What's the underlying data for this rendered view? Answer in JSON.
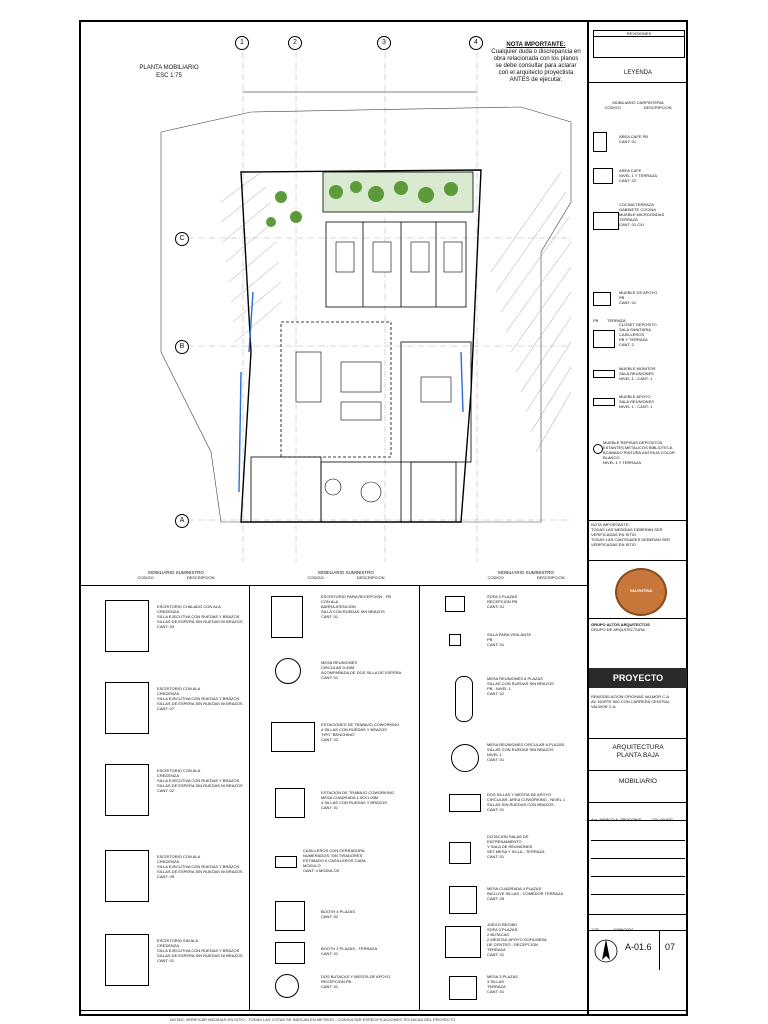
{
  "plan": {
    "title": "PLANTA MOBILIARIO",
    "scale": "ESC 1:75",
    "grid_columns": [
      "1",
      "2",
      "3",
      "4"
    ],
    "grid_rows": [
      "C",
      "B",
      "A"
    ]
  },
  "note": {
    "title": "NOTA IMPORTANTE:",
    "body": "Cualquier duda o discrepancia en obra relacionada con los planos se debe consultar para aclarar con el arquitecto proyectista ANTES de ejecutar."
  },
  "legend": {
    "title": "LEYENDA",
    "section": "MOBILIARIO CARPINTERIA",
    "col_code": "CODIGO",
    "col_desc": "DESCRIPCION",
    "items": [
      "AREA CAFE PB\nCANT: 01",
      "AREA CAFE\nNIVEL 1 Y TERRAZA\nCANT: 02",
      "COCINA TERRAZA\nGABINETE COCINA\nMUEBLE MICROONDAS\nTERRAZA\nCANT: 01 C/U",
      "MUEBLE DE APOYO\nPB\nCANT: 01",
      "CLOSET DEPOSITO\nSALA SANITARIA\nCASILLEROS\nPB Y TERRAZA\nCANT: 2",
      "MUEBLE MONITOR\nSALA REUNIONES\nNIVEL 1 - CANT: 1",
      "MUEBLE APOYO\nSALA REUNIONES\nNIVEL 1 - CANT: 1",
      "MUEBLE REPISAS DEPOSITOS\nESTANTES METALICOS BIBLIOTECA\nACABADO PINTURA ANTIGUA COLOR BLANCO\nNIVEL 1 Y TERRAZA"
    ],
    "sub_labels": [
      "PB",
      "TERRAZA"
    ]
  },
  "suministro": {
    "head": "MOBILIARIO SUMINISTRO",
    "col_code": "CODIGO",
    "col_desc": "DESCRIPCION",
    "col1": [
      "ESCRITORIO CHALADO CON ALA\nCREDENZA\nSILLA EJECUTIVA CON RUEDAS Y BRAZOS\nSILLAS DE ESPERA SIN RUEDAS NI BRAZOS\nCANT: 03",
      "ESCRITORIO CON ALA\nCREDENZA\nSILLA EJECUTIVA CON RUEDAS Y BRAZOS\nSILLAS DE ESPERA SIN RUEDAS NI BRAZOS\nCANT: 07",
      "ESCRITORIO CON ALA\nCREDENZA\nSILLA EJECUTIVA CON RUEDAS Y BRAZOS\nSILLAS DE ESPERA SIN RUEDAS NI BRAZOS\nCANT: 02",
      "ESCRITORIO CON ALA\nCREDENZA\nSILLA EJECUTIVA CON RUEDAS Y BRAZOS\nSILLAS DE ESPERA SIN RUEDAS NI BRAZOS\nCANT: 09",
      "ESCRITORIO SIN ALA\nCREDENZA\nSILLA EJECUTIVA CON RUEDAS Y BRAZOS\nSILLAS DE ESPERA SIN RUEDAS NI BRAZOS\nCANT: 01"
    ],
    "col2": [
      "ESCRITORIO PARA RECEPCION - PB\nCON ALA\nBARRA ATENCION\nSILLA CON RUEDAS SIN BRAZOS\nCANT: 01",
      "MESA REUNIONES\nCIRCULAR D:60M\nACOMPAÑADA DE DOS SILLA DE ESPERA\nCANT: 01",
      "ESTACIONES DE TRABAJO COWORKING\n4 SILLAS CON RUEDAS Y BRAZOS\nTIPO \"BENCHING\"\nCANT: 02",
      "ESTACION DE TRABAJO COWORKING\nMESA CUADRADA 1.00X1.00M\n4 SILLAS CON RUEDAS Y BRAZOS\nCANT: 01",
      "CASILLEROS CON CERRADURA\nNUMERADOS, SIN TIRADORES\nESTIMADO 6 CASILLEROS CADA\nMODULO\nCANT: 4 MODULOS",
      "BOOTH 4 PLAZAS\nCANT: 02",
      "BOOTH 2 PLAZAS - TERRAZA\nCANT: 01",
      "DOS BUTACAS Y MESITA DE APOYO\nRECEPCION PB\nCANT: 01"
    ],
    "col3": [
      "SOFA 3 PLAZAS\nRECEPCION PB\nCANT: 01",
      "SILLA PARA VIGILANTE\nPB\nCANT: 01",
      "MESA REUNIONES 8 PLAZAS\nSILLAS CON RUEDAS SIN BRAZOS\nPB - NIVEL 1\nCANT: 02",
      "MESA REUNIONES CIRCULAR 6 PLAZAS\nSILLAS CON RUEDAS SIN BRAZOS\nNIVEL 1\nCANT: 01",
      "DOS SILLAS Y MESITA DE APOYO\nCIRCULAR, AREA COWORKING - NIVEL 1\nSILLAS SIN RUEDAS CON BRAZOS\nCANT: 01",
      "DOTACION SALAS DE\nENTRENAMIENTO\nY SALA DE REUNIONES\nSET MESA Y SILLA - TERRAZA\nCANT: 01",
      "MESA CUADRADA 4 PLAZAS\nINCLUYE SILLAS - COMEDOR TERRAZA\nCANT: 05",
      "JUEGO RECIBO\nSOFA 3 PLAZAS\n2 BUTACAS\n2 MESITAS APOYO SOFA MESA\nDE CENTRO - RECEPCION\nTERRAZA\nCANT: 01",
      "MESA 3 PLAZAS\n3 SILLAS\nTERRAZA\nCANT: 01"
    ]
  },
  "titleblock": {
    "revisions_head": "REVISIONES",
    "nota_head": "NOTA IMPORTANTE:",
    "nota_lines": [
      "TODAS LAS MEDIDAS DEBERAN SER VERIFICADAS EN SITIO",
      "TODAS LAS CANTIDADES DEBERAN SER VERIFICADAS EN SITIO"
    ],
    "logo_text": "VALENTINA",
    "firm_line1": "GRUPO ALTOS ARQUITECTOS",
    "firm_line2": "GRUPO DE ARQUITECTURA",
    "proyecto": "PROYECTO",
    "client_line1": "REMODELACION OFICINAS VALMOR C.A.",
    "client_line2": "AV. NORTE 500 CON CARRERA CENTRAL",
    "client_line3": "VALMOR C.A.",
    "drawing_title_l1": "ARQUITECTURA",
    "drawing_title_l2": "PLANTA BAJA",
    "subject": "MOBILIARIO",
    "architect": "Arq. MARCO A. TROCONIS",
    "civ": "CIV: 00.000",
    "scale": "1/75",
    "date": "10/06/2024",
    "sheet_code": "A-01.6",
    "sheet_no": "07"
  },
  "footer_text": "NOTAS: VERIFICAR MEDIDAS EN SITIO - TODAS LAS COTAS SE INDICAN EN METROS - CONSULTAR ESPECIFICACIONES TECNICAS DEL PROYECTO"
}
